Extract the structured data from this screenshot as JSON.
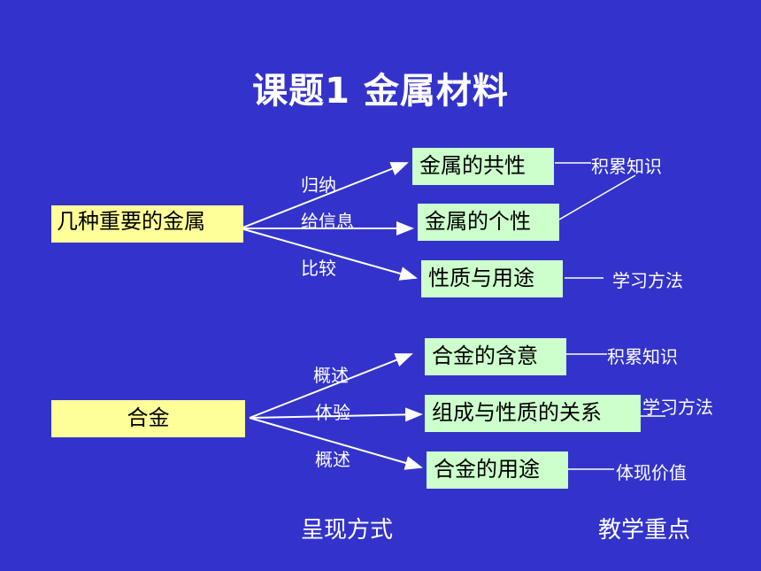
{
  "title": "课题1    金属材料",
  "group1": {
    "source": "几种重要的金属",
    "edges": [
      "归纳",
      "给信息",
      "比较"
    ],
    "targets": [
      "金属的共性",
      "金属的个性",
      "性质与用途"
    ],
    "notes": [
      "积累知识",
      "学习方法"
    ]
  },
  "group2": {
    "source": "合金",
    "edges": [
      "概述",
      "体验",
      "概述"
    ],
    "targets": [
      "合金的含意",
      "组成与性质的关系",
      "合金的用途"
    ],
    "notes": [
      "积累知识",
      "学习方法",
      "体现价值"
    ]
  },
  "footer": {
    "left": "呈现方式",
    "right": "教学重点"
  },
  "colors": {
    "background": "#3333cc",
    "source_box": "#ffff99",
    "target_box": "#ccffcc",
    "text_light": "#ffffff"
  }
}
